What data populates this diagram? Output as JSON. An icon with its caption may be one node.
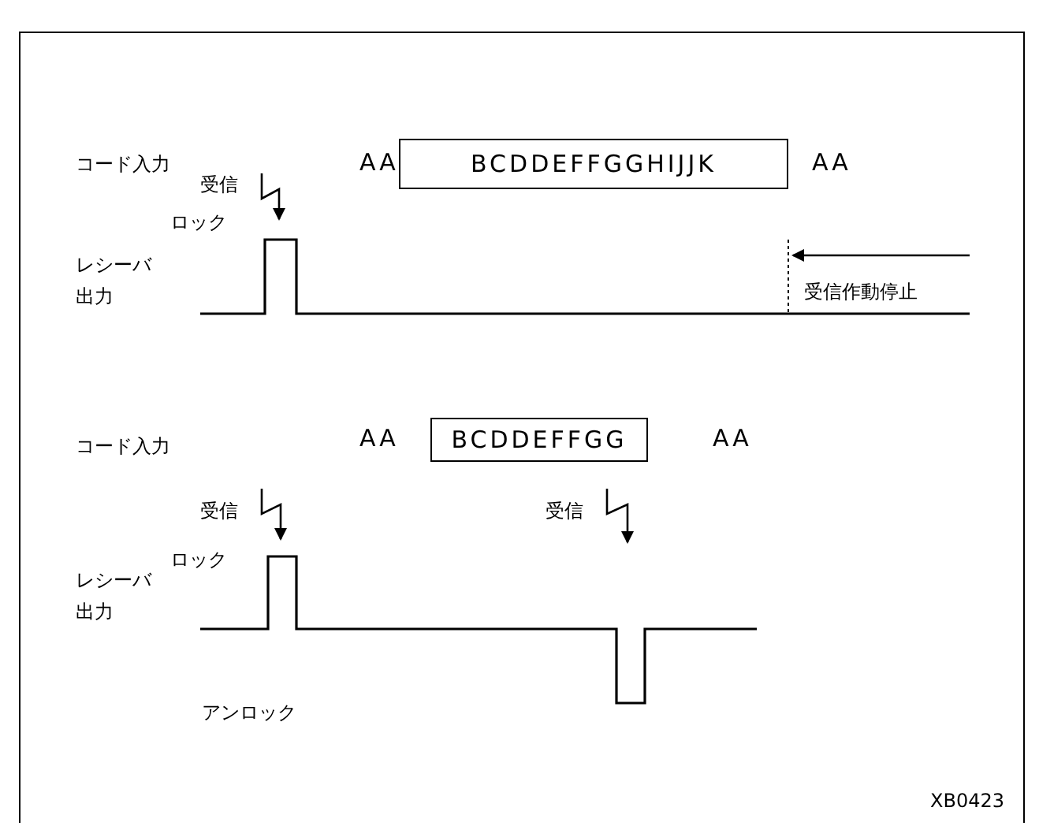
{
  "diagram": {
    "nodes": [
      {
        "text": [
          "BCDDEFFGGHIJJK"
        ]
      },
      {
        "text": [
          "BCDDEFFGG"
        ]
      }
    ],
    "edges": [],
    "labels": [
      "コード入力",
      "AA",
      "AA",
      "受信",
      "ロック",
      "受信作動停止",
      "レシーバ出力",
      "コード入力",
      "AA",
      "AA",
      "受信",
      "受信",
      "ロック",
      "レシーバ出力",
      "アンロック",
      "XB0423"
    ]
  }
}
